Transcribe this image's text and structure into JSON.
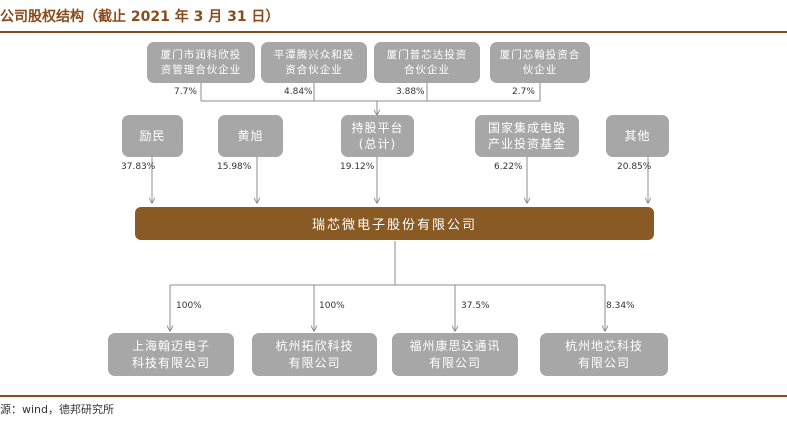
{
  "title": "公司股权结构（截止 2021 年 3 月 31 日）",
  "source": "源：wind，德邦研究所",
  "main_company": "瑞芯微电子股份有限公司",
  "platform_holders": [
    {
      "lines": [
        "厦门市润科欣投",
        "资管理合伙企业"
      ],
      "pct": "7.7%"
    },
    {
      "lines": [
        "平潭腾兴众和投",
        "资合伙企业"
      ],
      "pct": "4.84%"
    },
    {
      "lines": [
        "厦门普芯达投资",
        "合伙企业"
      ],
      "pct": "3.88%"
    },
    {
      "lines": [
        "厦门芯翰投资合",
        "伙企业"
      ],
      "pct": "2.7%"
    }
  ],
  "shareholders": [
    {
      "lines": [
        "励民"
      ],
      "pct": "37.83%"
    },
    {
      "lines": [
        "黄旭"
      ],
      "pct": "15.98%"
    },
    {
      "lines": [
        "持股平台",
        "(总计)"
      ],
      "pct": "19.12%"
    },
    {
      "lines": [
        "国家集成电路",
        "产业投资基金"
      ],
      "pct": "6.22%"
    },
    {
      "lines": [
        "其他"
      ],
      "pct": "20.85%"
    }
  ],
  "subsidiaries": [
    {
      "lines": [
        "上海翰迈电子",
        "科技有限公司"
      ],
      "pct": "100%"
    },
    {
      "lines": [
        "杭州拓欣科技",
        "有限公司"
      ],
      "pct": "100%"
    },
    {
      "lines": [
        "福州康思达通讯",
        "有限公司"
      ],
      "pct": "37.5%"
    },
    {
      "lines": [
        "杭州地芯科技",
        "有限公司"
      ],
      "pct": "8.34%"
    }
  ],
  "colors": {
    "accent": "#8a4b1c",
    "main_box": "#8a5a25",
    "entity_box": "#a7a7a7",
    "connector": "#8c8c8c"
  }
}
